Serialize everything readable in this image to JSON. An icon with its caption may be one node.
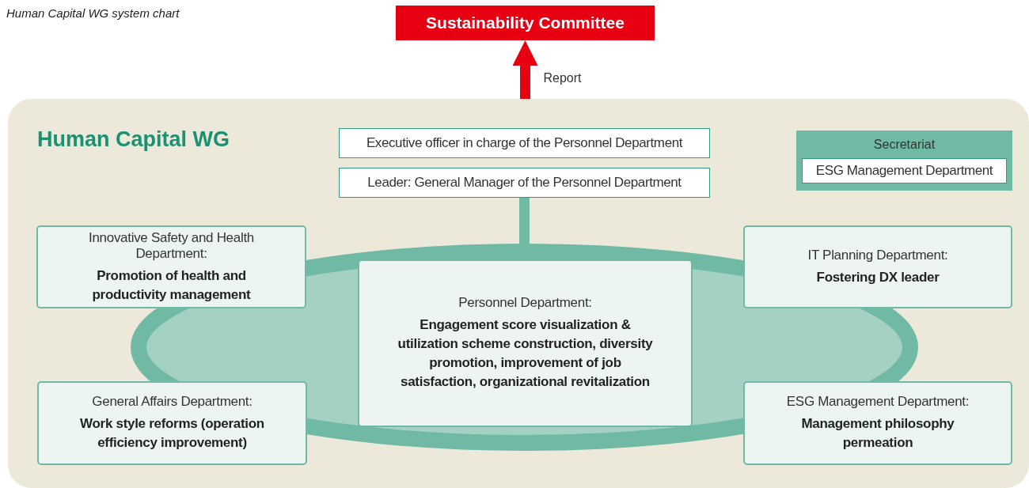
{
  "diagram": {
    "title": "Human Capital WG system chart",
    "nodes": [
      {
        "text": [
          "Sustainability Committee"
        ]
      },
      {
        "text": [
          "Human Capital WG"
        ]
      },
      {
        "text": [
          "Executive officer in charge of the Personnel Department"
        ],
        "in": 1
      },
      {
        "text": [
          "Leader: General Manager of the Personnel Department"
        ],
        "in": 1
      },
      {
        "text": [
          "Secretariat"
        ],
        "in": 1
      },
      {
        "text": [
          "ESG Management Department"
        ],
        "in": 4
      },
      {
        "text": [],
        "shape": "ellipse",
        "in": 1
      },
      {
        "text": [
          "Innovative Safety and Health Department:",
          "Promotion of health and productivity management"
        ],
        "in": 1
      },
      {
        "text": [
          "Personnel Department:",
          "Engagement score visualization & utilization scheme construction, diversity promotion, improvement of job satisfaction, organizational revitalization"
        ],
        "in": 6
      },
      {
        "text": [
          "IT Planning Department:",
          "Fostering DX leader"
        ],
        "in": 1
      },
      {
        "text": [
          "General Affairs Department:",
          "Work style reforms (operation efficiency improvement)"
        ],
        "in": 1
      },
      {
        "text": [
          "ESG Management Department:",
          "Management philosophy permeation"
        ],
        "in": 1
      }
    ],
    "edges": [
      {
        "from": 1,
        "to": 0,
        "arrow": "to",
        "label": "Report",
        "color": "#e60012"
      },
      {
        "from": 3,
        "to": 6,
        "arrow": "none",
        "color": "#6fb9a5"
      }
    ]
  }
}
